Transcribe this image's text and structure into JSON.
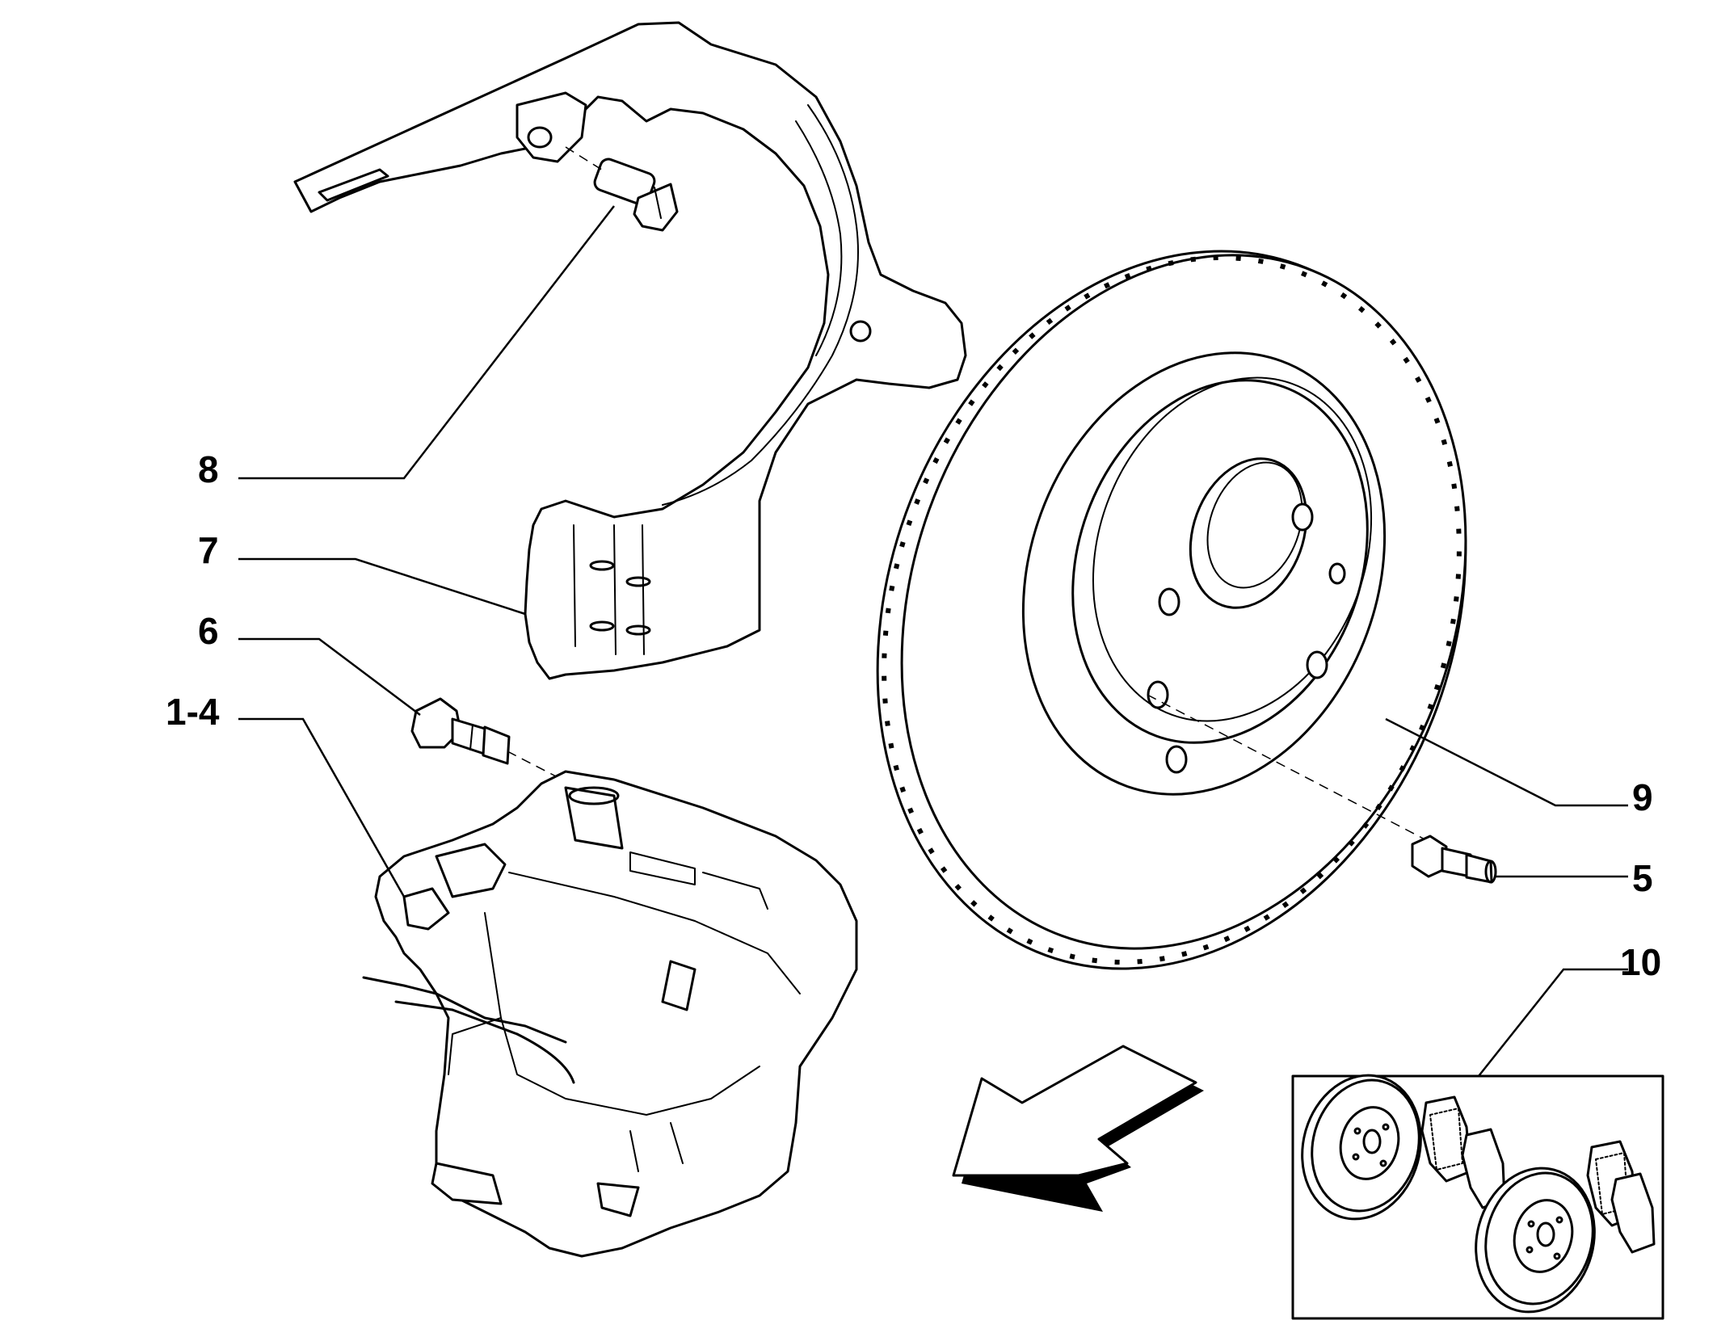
{
  "callouts": {
    "c8": "8",
    "c7": "7",
    "c6": "6",
    "c14": "1-4",
    "c9": "9",
    "c5": "5",
    "c10": "10"
  },
  "parts": [
    {
      "id": "8",
      "label": "8",
      "icon": "bolt-icon"
    },
    {
      "id": "7",
      "label": "7",
      "icon": "dust-shield-icon"
    },
    {
      "id": "6",
      "label": "6",
      "icon": "bolt-icon"
    },
    {
      "id": "1-4",
      "label": "1-4",
      "icon": "brake-caliper-icon"
    },
    {
      "id": "9",
      "label": "9",
      "icon": "brake-disc-icon"
    },
    {
      "id": "5",
      "label": "5",
      "icon": "stud-icon"
    },
    {
      "id": "10",
      "label": "10",
      "icon": "brake-kit-icon"
    }
  ],
  "colors": {
    "line": "#000000",
    "background": "#ffffff"
  }
}
